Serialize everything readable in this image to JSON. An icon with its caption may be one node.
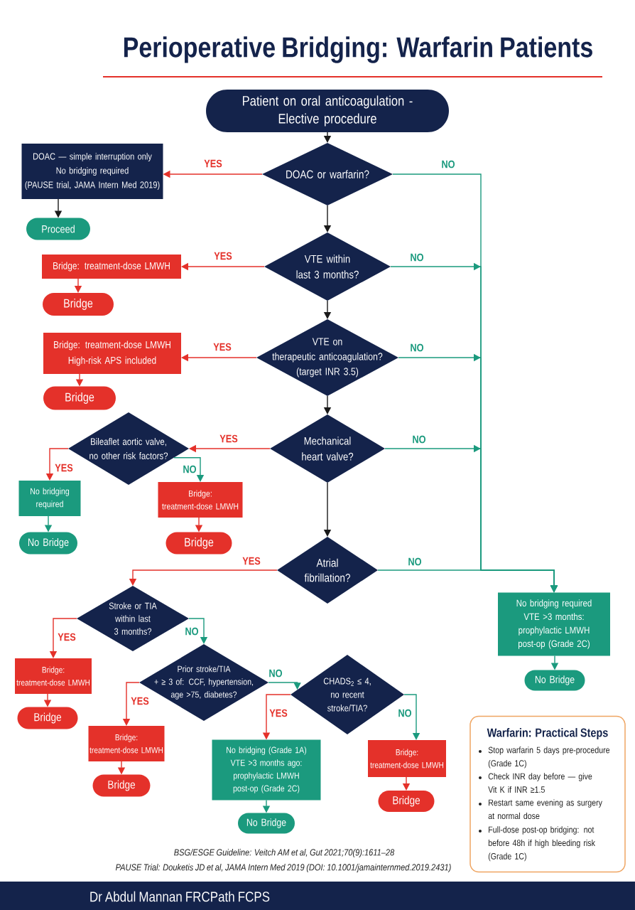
{
  "diagram": {
    "title": "Perioperative Bridging: Warfarin Patients",
    "nodes": [
      {
        "text": [
          "Patient on oral anticoagulation - Elective procedure"
        ]
      },
      {
        "text": [
          "DOAC or warfarin?"
        ]
      },
      {
        "text": [
          "DOAC — simple interruption only",
          "No bridging required",
          "(PAUSE trial, JAMA Intern Med 2019)"
        ]
      },
      {
        "text": [
          "Proceed"
        ]
      },
      {
        "text": [
          "VTE within last 3 months?"
        ]
      },
      {
        "text": [
          "Bridge: treatment-dose LMWH"
        ]
      },
      {
        "text": [
          "Bridge"
        ]
      },
      {
        "text": [
          "VTE on therapeutic anticoagulation? (target INR 3.5)"
        ]
      },
      {
        "text": [
          "Bridge: treatment-dose LMWH",
          "High-risk APS included"
        ]
      },
      {
        "text": [
          "Bridge"
        ]
      },
      {
        "text": [
          "Mechanical heart valve?"
        ]
      },
      {
        "text": [
          "Bileaflet aortic valve, no other risk factors?"
        ]
      },
      {
        "text": [
          "No bridging required"
        ]
      },
      {
        "text": [
          "No Bridge"
        ]
      },
      {
        "text": [
          "Bridge: treatment-dose LMWH"
        ]
      },
      {
        "text": [
          "Bridge"
        ]
      },
      {
        "text": [
          "Atrial fibrillation?"
        ]
      },
      {
        "text": [
          "Stroke or TIA within last 3 months?"
        ]
      },
      {
        "text": [
          "Bridge: treatment-dose LMWH"
        ]
      },
      {
        "text": [
          "Bridge"
        ]
      },
      {
        "text": [
          "Prior stroke/TIA + ≥ 3 of: CCF, hypertension, age >75, diabetes?"
        ]
      },
      {
        "text": [
          "Bridge: treatment-dose LMWH"
        ]
      },
      {
        "text": [
          "Bridge"
        ]
      },
      {
        "text": [
          "CHADS$_{2}$ ≤ 4, no recent stroke/TIA?"
        ]
      },
      {
        "text": [
          "No bridging (Grade 1A)",
          "VTE >3 months ago: prophylactic LMWH post-op (Grade 2C)"
        ]
      },
      {
        "text": [
          "No Bridge"
        ]
      },
      {
        "text": [
          "Bridge: treatment-dose LMWH"
        ]
      },
      {
        "text": [
          "Bridge"
        ]
      },
      {
        "text": [
          "No bridging required",
          "VTE >3 months: prophylactic LMWH post-op (Grade 2C)"
        ]
      },
      {
        "text": [
          "No Bridge"
        ]
      },
      {
        "text": [
          "Warfarin: Practical Steps",
          "Stop warfarin 5 days pre-procedure (Grade 1C)",
          "Check INR day before — give Vit K if INR ≥1.5",
          "Restart same evening as surgery at normal dose",
          "Full-dose post-op bridging: not before 48h if high bleeding risk (Grade 1C)"
        ]
      }
    ],
    "edges": [
      {
        "from": 0,
        "to": 1,
        "arrow": "to",
        "color": "#1a1a1a"
      },
      {
        "from": 1,
        "to": 2,
        "arrow": "to",
        "label": "YES"
      },
      {
        "from": 1,
        "to": 28,
        "arrow": "to",
        "label": "NO",
        "color": "#1b9a7e"
      },
      {
        "from": 2,
        "to": 3,
        "arrow": "to",
        "color": "#1a1a1a"
      },
      {
        "from": 1,
        "to": 4,
        "arrow": "to",
        "color": "#1a1a1a"
      },
      {
        "from": 4,
        "to": 5,
        "arrow": "to",
        "label": "YES"
      },
      {
        "from": 4,
        "to": 28,
        "arrow": "to",
        "label": "NO",
        "color": "#1b9a7e"
      },
      {
        "from": 5,
        "to": 6,
        "arrow": "to"
      },
      {
        "from": 4,
        "to": 7,
        "arrow": "to",
        "color": "#1a1a1a"
      },
      {
        "from": 7,
        "to": 8,
        "arrow": "to",
        "label": "YES"
      },
      {
        "from": 7,
        "to": 28,
        "arrow": "to",
        "label": "NO",
        "color": "#1b9a7e"
      },
      {
        "from": 8,
        "to": 9,
        "arrow": "to"
      },
      {
        "from": 7,
        "to": 10,
        "arrow": "to",
        "color": "#1a1a1a"
      },
      {
        "from": 10,
        "to": 11,
        "arrow": "to",
        "label": "YES"
      },
      {
        "from": 10,
        "to": 28,
        "arrow": "to",
        "label": "NO",
        "color": "#1b9a7e"
      },
      {
        "from": 11,
        "to": 12,
        "arrow": "to",
        "label": "YES"
      },
      {
        "from": 11,
        "to": 14,
        "arrow": "to",
        "label": "NO",
        "color": "#1b9a7e"
      },
      {
        "from": 12,
        "to": 13,
        "arrow": "to",
        "color": "#1b9a7e"
      },
      {
        "from": 14,
        "to": 15,
        "arrow": "to"
      },
      {
        "from": 10,
        "to": 16,
        "arrow": "to",
        "color": "#1a1a1a"
      },
      {
        "from": 16,
        "to": 17,
        "arrow": "to",
        "label": "YES"
      },
      {
        "from": 16,
        "to": 28,
        "arrow": "to",
        "label": "NO",
        "color": "#1b9a7e"
      },
      {
        "from": 17,
        "to": 18,
        "arrow": "to",
        "label": "YES"
      },
      {
        "from": 17,
        "to": 20,
        "arrow": "to",
        "label": "NO",
        "color": "#1b9a7e"
      },
      {
        "from": 18,
        "to": 19,
        "arrow": "to"
      },
      {
        "from": 20,
        "to": 21,
        "arrow": "to",
        "label": "YES"
      },
      {
        "from": 20,
        "to": 23,
        "arrow": "to",
        "label": "NO",
        "color": "#1b9a7e"
      },
      {
        "from": 21,
        "to": 22,
        "arrow": "to"
      },
      {
        "from": 23,
        "to": 24,
        "arrow": "to",
        "label": "YES"
      },
      {
        "from": 23,
        "to": 26,
        "arrow": "to",
        "label": "NO",
        "color": "#1b9a7e"
      },
      {
        "from": 24,
        "to": 25,
        "arrow": "to",
        "color": "#1b9a7e"
      },
      {
        "from": 26,
        "to": 27,
        "arrow": "to"
      },
      {
        "from": 28,
        "to": 29,
        "arrow": "to",
        "color": "#1b9a7e"
      }
    ],
    "labels": [
      "BSG/ESGE Guideline: Veitch AM et al, Gut 2021;70(9):1611–28",
      "PAUSE Trial: Douketis JD et al, JAMA Intern Med 2019 (DOI: 10.1001/jamainternmed.2019.2431)",
      "Dr Abdul Mannan FRCPath FCPS"
    ]
  }
}
